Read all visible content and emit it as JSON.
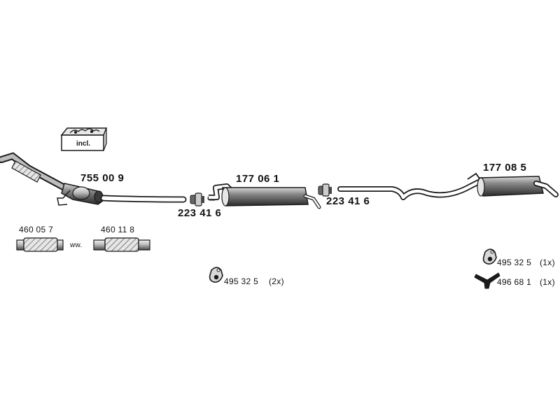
{
  "diagram": {
    "kit_label": "incl.",
    "parts": {
      "catalytic_converter": "755 00 9",
      "middle_silencer": "177 06 1",
      "rear_silencer": "177 08 5",
      "clamp_front": "223 41 6",
      "clamp_rear": "223 41 6",
      "flex_pipe_a": "460 05 7",
      "flex_pipe_b": "460 11 8",
      "alternative_note": "ww.",
      "rubber_mount_middle": "495 32 5",
      "rubber_mount_middle_qty": "(2x)",
      "rubber_mount_rear": "495 32 5",
      "rubber_mount_rear_qty": "(1x)",
      "bracket_rear": "496 68 1",
      "bracket_rear_qty": "(1x)"
    }
  },
  "colors": {
    "line": "#1a1a1a",
    "fill_dark": "#3a3a3a",
    "fill_mid": "#9a9a9a",
    "fill_light": "#d8d8d8"
  },
  "icons": [
    "mounting-kit-box-icon",
    "rubber-mount-icon",
    "y-bracket-icon",
    "flex-pipe-icon",
    "pipe-clamp-icon"
  ]
}
